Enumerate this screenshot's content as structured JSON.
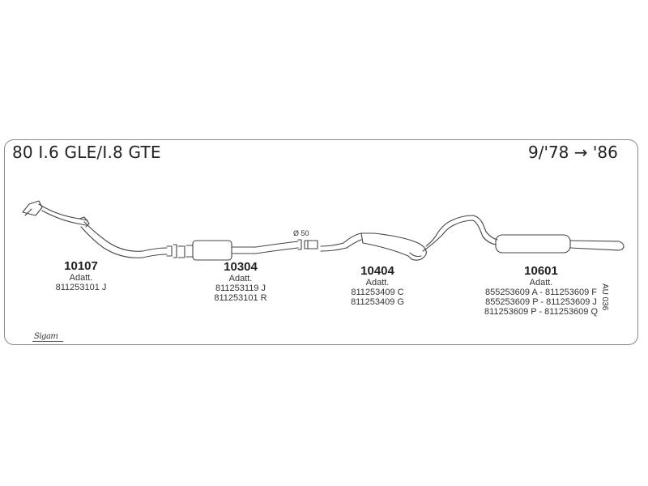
{
  "header": {
    "title": "80 I.6 GLE/I.8 GTE",
    "years": "9/'78 → '86"
  },
  "diameter_label": "Ø 50",
  "reference_code": "AU 036",
  "logo_text": "Sigam",
  "parts": [
    {
      "number": "10107",
      "adatt": "Adatt.",
      "codes": [
        "811253101 J"
      ]
    },
    {
      "number": "10304",
      "adatt": "Adatt.",
      "codes": [
        "811253119 J",
        "811253101 R"
      ]
    },
    {
      "number": "10404",
      "adatt": "Adatt.",
      "codes": [
        "811253409 C",
        "811253409 G"
      ]
    },
    {
      "number": "10601",
      "adatt": "Adatt.",
      "codes": [
        "855253609 A - 811253609 F",
        "855253609 P - 811253609 J",
        "811253609 P - 811253609 Q"
      ]
    }
  ]
}
